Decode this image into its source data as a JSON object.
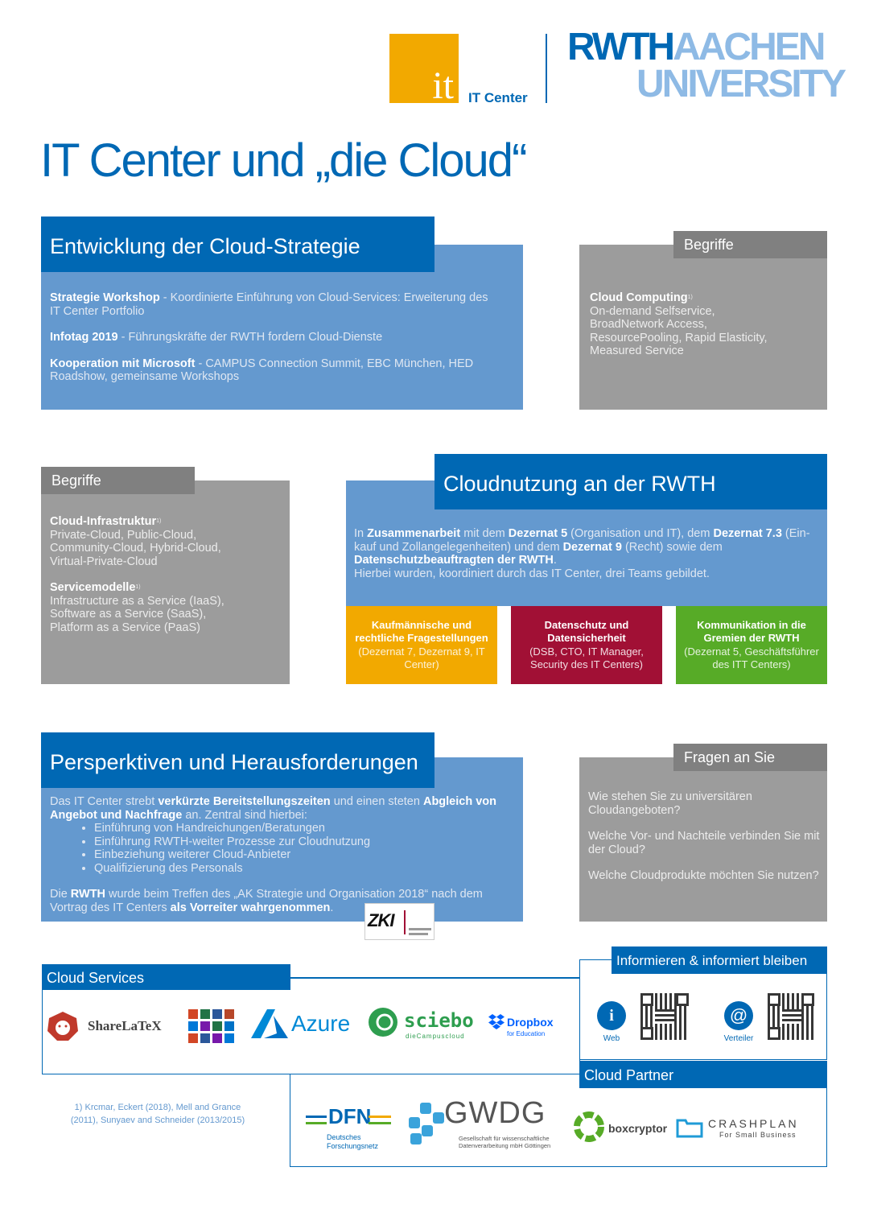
{
  "header": {
    "it_logo_text": "it",
    "it_center_label": "IT Center",
    "rwth_line1_a": "RWTH",
    "rwth_line1_b": "AACHEN",
    "rwth_line2": "UNIVERSITY"
  },
  "page_title": "IT Center und „die Cloud“",
  "strategy": {
    "title": "Entwicklung der Cloud-Strategie",
    "items": [
      {
        "bold": "Strategie Workshop",
        "text": " - Koordinierte Einführung von Cloud-Services: Erweiterung des IT Center Portfolio"
      },
      {
        "bold": "Infotag 2019",
        "text": " - Führungskräfte der RWTH fordern Cloud-Dienste"
      },
      {
        "bold": "Kooperation mit Microsoft",
        "text": " - CAMPUS Connection Summit, EBC München, HED Roadshow, gemeinsame Workshops"
      }
    ]
  },
  "terms1": {
    "title": "Begriffe",
    "heading": "Cloud Computing",
    "sup": "1)",
    "lines": [
      "On-demand Selfservice,",
      "BroadNetwork Access,",
      "ResourcePooling, Rapid Elasticity,",
      "Measured Service"
    ]
  },
  "terms2": {
    "title": "Begriffe",
    "heading1": "Cloud-Infrastruktur",
    "sup1": "1)",
    "lines1": [
      "Private-Cloud, Public-Cloud,",
      "Community-Cloud, Hybrid-Cloud,",
      "Virtual-Private-Cloud"
    ],
    "heading2": "Servicemodelle",
    "sup2": "1)",
    "lines2": [
      "Infrastructure as a Service (IaaS),",
      "Software as a Service (SaaS),",
      "Platform as a Service (PaaS)"
    ]
  },
  "usage": {
    "title": "Cloudnutzung an der RWTH",
    "t1": "In ",
    "b1": "Zusammenarbeit",
    "t2": " mit dem ",
    "b2": "Dezernat 5",
    "t3": " (Organisation und IT), dem ",
    "b3": "Dezernat 7.3",
    "t4": " (Ein-kauf und Zollangelegenheiten) und dem ",
    "b4": "Dezernat 9",
    "t5": " (Recht) sowie dem ",
    "b5": "Datenschutzbeauftragten der RWTH",
    "t6": ".",
    "line2": "Hierbei wurden, koordiniert durch das IT Center, drei Teams gebildet.",
    "teams": [
      {
        "name": "Kaufmännische und rechtliche Fragestellungen",
        "detail": "(Dezernat 7, Dezernat 9, IT Center)",
        "color": "#f2a900"
      },
      {
        "name": "Datenschutz und Datensicherheit",
        "detail": "(DSB, CTO, IT Manager, Security des IT Centers)",
        "color": "#a11035"
      },
      {
        "name": "Kommunikation in die Gremien der RWTH",
        "detail": "(Dezernat 5, Geschäftsführer des ITT Centers)",
        "color": "#57ab27"
      }
    ]
  },
  "perspectives": {
    "title": "Persperktiven und Herausforderungen",
    "p1_t1": "Das IT Center strebt ",
    "p1_b1": "verkürzte Bereitstellungszeiten",
    "p1_t2": " und einen steten ",
    "p1_b2": "Abgleich von Angebot und Nachfrage",
    "p1_t3": " an. Zentral sind hierbei:",
    "bullets": [
      "Einführung von Handreichungen/Beratungen",
      "Einführung RWTH-weiter Prozesse zur Cloudnutzung",
      "Einbeziehung weiterer Cloud-Anbieter",
      "Qualifizierung des Personals"
    ],
    "p2_t1": "Die ",
    "p2_b1": "RWTH",
    "p2_t2": " wurde beim Treffen des „AK Strategie und Organisation 2018“ nach dem Vortrag des IT Centers ",
    "p2_b2": "als Vorreiter wahrgenommen",
    "p2_t3": ".",
    "zki_logo": "ZKI"
  },
  "questions": {
    "title": "Fragen an Sie",
    "items": [
      "Wie stehen Sie zu universitären Cloudangeboten?",
      "Welche Vor- und Nachteile verbinden Sie mit der Cloud?",
      "Welche Cloudprodukte möchten Sie nutzen?"
    ]
  },
  "cloud_services": {
    "title": "Cloud Services",
    "logos": [
      "ShareLaTeX",
      "Office 365",
      "Azure",
      "sciebo",
      "dieCampuscloud",
      "Dropbox",
      "for Education"
    ]
  },
  "inform": {
    "title": "Informieren & informiert bleiben",
    "web_label": "Web",
    "mail_label": "Verteiler"
  },
  "partners": {
    "title": "Cloud Partner",
    "dfn": "DFN",
    "dfn_sub": "Deutsches Forschungsnetz",
    "gwdg": "GWDG",
    "gwdg_sub": "Gesellschaft für wissenschaftliche Datenverarbeitung mbH Göttingen",
    "boxcryptor": "boxcryptor",
    "crashplan": "CRASHPLAN",
    "crashplan_sub": "For Small Business"
  },
  "footnote": "1) Krcmar, Eckert (2018), Mell and Grance (2011), Sunyaev and Schneider (2013/2015)",
  "colors": {
    "blue_dark": "#0068b4",
    "blue_mid": "#6499cf",
    "grey": "#9c9c9c",
    "orange": "#f2a900",
    "bordeaux": "#a11035",
    "green": "#57ab27",
    "rwth_light": "#8ebae5"
  }
}
